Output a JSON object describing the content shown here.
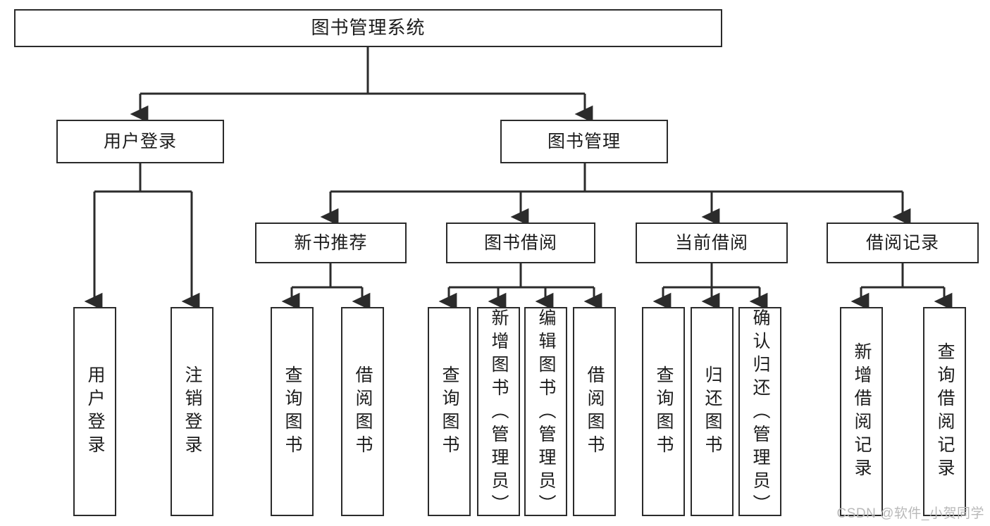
{
  "diagram": {
    "title": "图书管理系统",
    "type": "tree-hierarchy-diagram",
    "root": {
      "label": "图书管理系统"
    },
    "level1": [
      {
        "label": "用户登录"
      },
      {
        "label": "图书管理"
      }
    ],
    "level2": [
      {
        "label": "新书推荐"
      },
      {
        "label": "图书借阅"
      },
      {
        "label": "当前借阅"
      },
      {
        "label": "借阅记录"
      }
    ],
    "leaves": {
      "user_login": [
        {
          "label": "用户登录"
        },
        {
          "label": "注销登录"
        }
      ],
      "new_book_recommend": [
        {
          "label": "查询图书"
        },
        {
          "label": "借阅图书"
        }
      ],
      "book_borrow": [
        {
          "label": "查询图书"
        },
        {
          "label": "新增图书（管理员）"
        },
        {
          "label": "编辑图书（管理员）"
        },
        {
          "label": "借阅图书"
        }
      ],
      "current_borrow": [
        {
          "label": "查询图书"
        },
        {
          "label": "归还图书"
        },
        {
          "label": "确认归还（管理员）"
        }
      ],
      "borrow_record": [
        {
          "label": "新增借阅记录"
        },
        {
          "label": "查询借阅记录"
        }
      ]
    }
  },
  "watermark": {
    "text": "CSDN @软件_小贺同学"
  },
  "colors": {
    "stroke": "#2b2b2b",
    "background": "#ffffff",
    "text": "#1c1c1c",
    "watermark": "#b9b9b9"
  }
}
